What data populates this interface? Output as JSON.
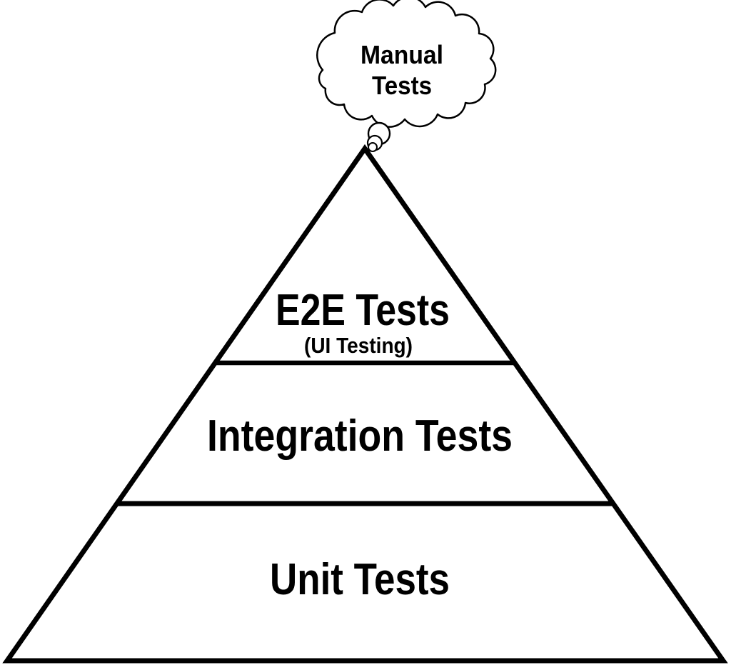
{
  "diagram": {
    "type": "pyramid",
    "name": "test-pyramid",
    "background": "#ffffff",
    "line_color": "#000000",
    "text_color": "#000000",
    "cloud": {
      "line1": "Manual",
      "line2": "Tests"
    },
    "layers": [
      {
        "label": "E2E Tests",
        "sublabel": "(UI Testing)",
        "position": "top"
      },
      {
        "label": "Integration Tests",
        "position": "middle"
      },
      {
        "label": "Unit Tests",
        "position": "bottom"
      }
    ]
  }
}
